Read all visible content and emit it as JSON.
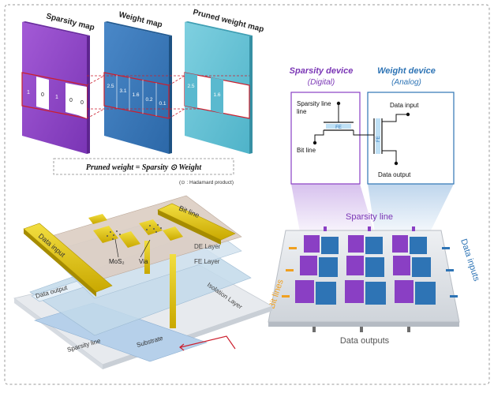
{
  "maps": {
    "sparsity": {
      "title": "Sparsity map",
      "values": [
        "1",
        "0",
        "1",
        "0",
        "0"
      ]
    },
    "weight": {
      "title": "Weight map",
      "values": [
        "2.5",
        "3.1",
        "1.6",
        "0.2",
        "0.1"
      ]
    },
    "pruned": {
      "title": "Pruned weight map",
      "values": [
        "2.5",
        "",
        "1.6",
        "",
        ""
      ]
    }
  },
  "equation": {
    "text": "Pruned weight = Sparsity ⊙ Weight",
    "note": "(⊙ : Hadamard product)"
  },
  "devices": {
    "sparsity": {
      "title": "Sparsity device",
      "subtitle": "(Digital)",
      "line_label": "Sparsity line",
      "bitline_label": "Bit line",
      "fe_label": "FE"
    },
    "weight": {
      "title": "Weight device",
      "subtitle": "(Analog)",
      "input_label": "Data input",
      "output_label": "Data output",
      "fe_label": "FE"
    }
  },
  "array": {
    "sparsity_line": "Sparsity line",
    "bit_lines": "Bit lines",
    "data_inputs": "Data inputs",
    "data_outputs": "Data outputs"
  },
  "stack": {
    "bit_line": "Bit line",
    "data_input": "Data input",
    "mos2": "MoS₂",
    "via": "Via",
    "de_layer": "DE Layer",
    "fe_layer": "FE Layer",
    "isolation_layer": "Isolation Layer",
    "data_output": "Data output",
    "sparsity_line": "Sparsity line",
    "substrate": "Substrate"
  },
  "colors": {
    "sparsity_purple": "#8a3fc4",
    "weight_blue": "#2e74b5",
    "pruned_cyan": "#62c3d6",
    "gold": "#e4c200",
    "orange": "#f0a020",
    "highlight_red": "#cc1f2e"
  }
}
